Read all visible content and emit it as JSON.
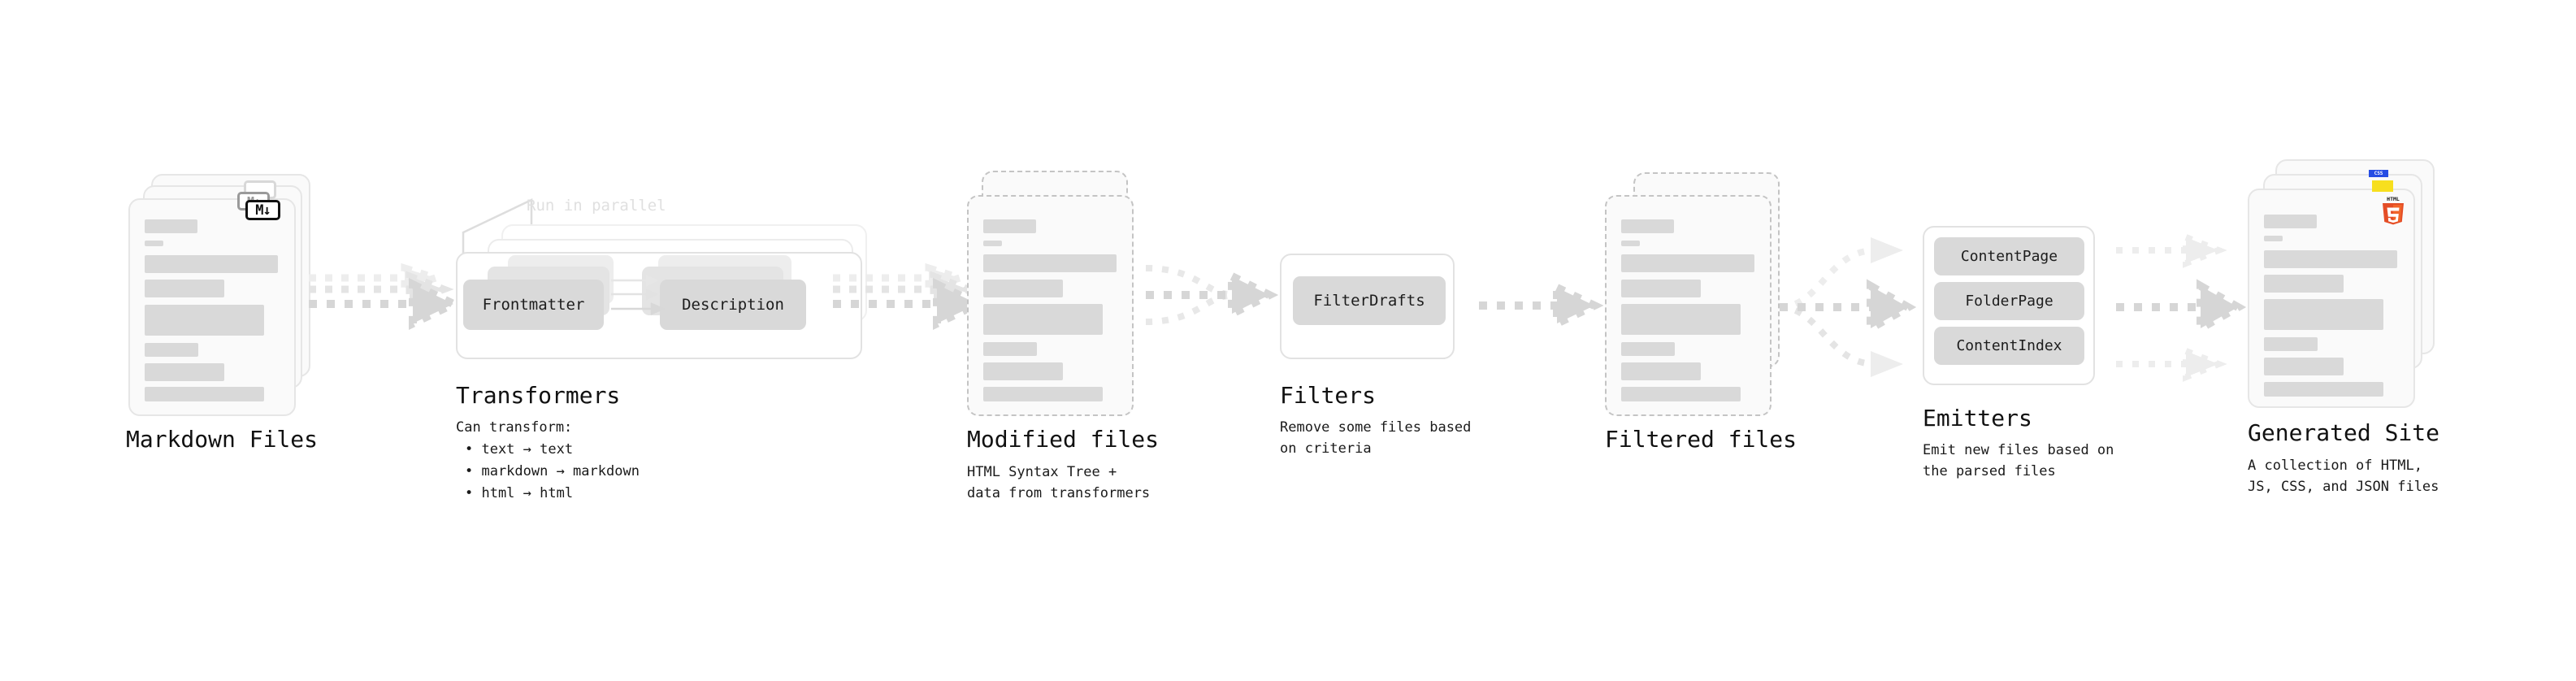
{
  "diagram": {
    "type": "pipeline-flow",
    "background": "#ffffff",
    "accent_colors": {
      "skeleton_bar": "#d9d9d9",
      "card_border": "#e6e6e6",
      "dashed_border": "#c4c4c4",
      "arrow": "#d4d4d4",
      "chip": "#d9d9d9",
      "html5": "#e44d26",
      "javascript": "#f7df1e",
      "css": "#264de4",
      "text": "#1a1a1a",
      "muted_text": "#e0e0e0"
    }
  },
  "stages": [
    {
      "id": "markdown-files",
      "title": "Markdown Files",
      "caption": "",
      "badge": "M↓",
      "card_count": 3,
      "card_style": "solid"
    },
    {
      "id": "transformers",
      "title": "Transformers",
      "caption": "Can transform:",
      "parallel_label": "Run in parallel",
      "card_count": 3,
      "card_style": "solid",
      "chips": [
        "Frontmatter",
        "Description"
      ],
      "bullets": [
        "• text → text",
        "• markdown → markdown",
        "• html → html"
      ]
    },
    {
      "id": "modified-files",
      "title": "Modified files",
      "caption": "HTML Syntax Tree +\ndata from transformers",
      "card_count": 2,
      "card_style": "dashed"
    },
    {
      "id": "filters",
      "title": "Filters",
      "caption": "Remove some files based\non criteria",
      "chips": [
        "FilterDrafts"
      ]
    },
    {
      "id": "filtered-files",
      "title": "Filtered files",
      "caption": "",
      "card_count": 2,
      "card_style": "dashed"
    },
    {
      "id": "emitters",
      "title": "Emitters",
      "caption": "Emit new files based on\nthe parsed files",
      "chips": [
        "ContentPage",
        "FolderPage",
        "ContentIndex"
      ]
    },
    {
      "id": "generated-site",
      "title": "Generated Site",
      "caption": "A collection of HTML,\nJS, CSS, and JSON files",
      "card_count": 3,
      "card_style": "solid",
      "badges": [
        "CSS",
        "JS",
        "HTML5"
      ]
    }
  ],
  "connectors": [
    {
      "id": "md-to-transformers",
      "kind": "triple-dotted-arrow"
    },
    {
      "id": "transformers-to-modified",
      "kind": "triple-dotted-arrow"
    },
    {
      "id": "modified-to-filters",
      "kind": "merge-dotted-arrow"
    },
    {
      "id": "filters-to-filtered",
      "kind": "dotted-arrow"
    },
    {
      "id": "filtered-to-emitters",
      "kind": "fan-out-dotted-arrow"
    },
    {
      "id": "emitters-to-site",
      "kind": "triple-dotted-arrow"
    }
  ]
}
